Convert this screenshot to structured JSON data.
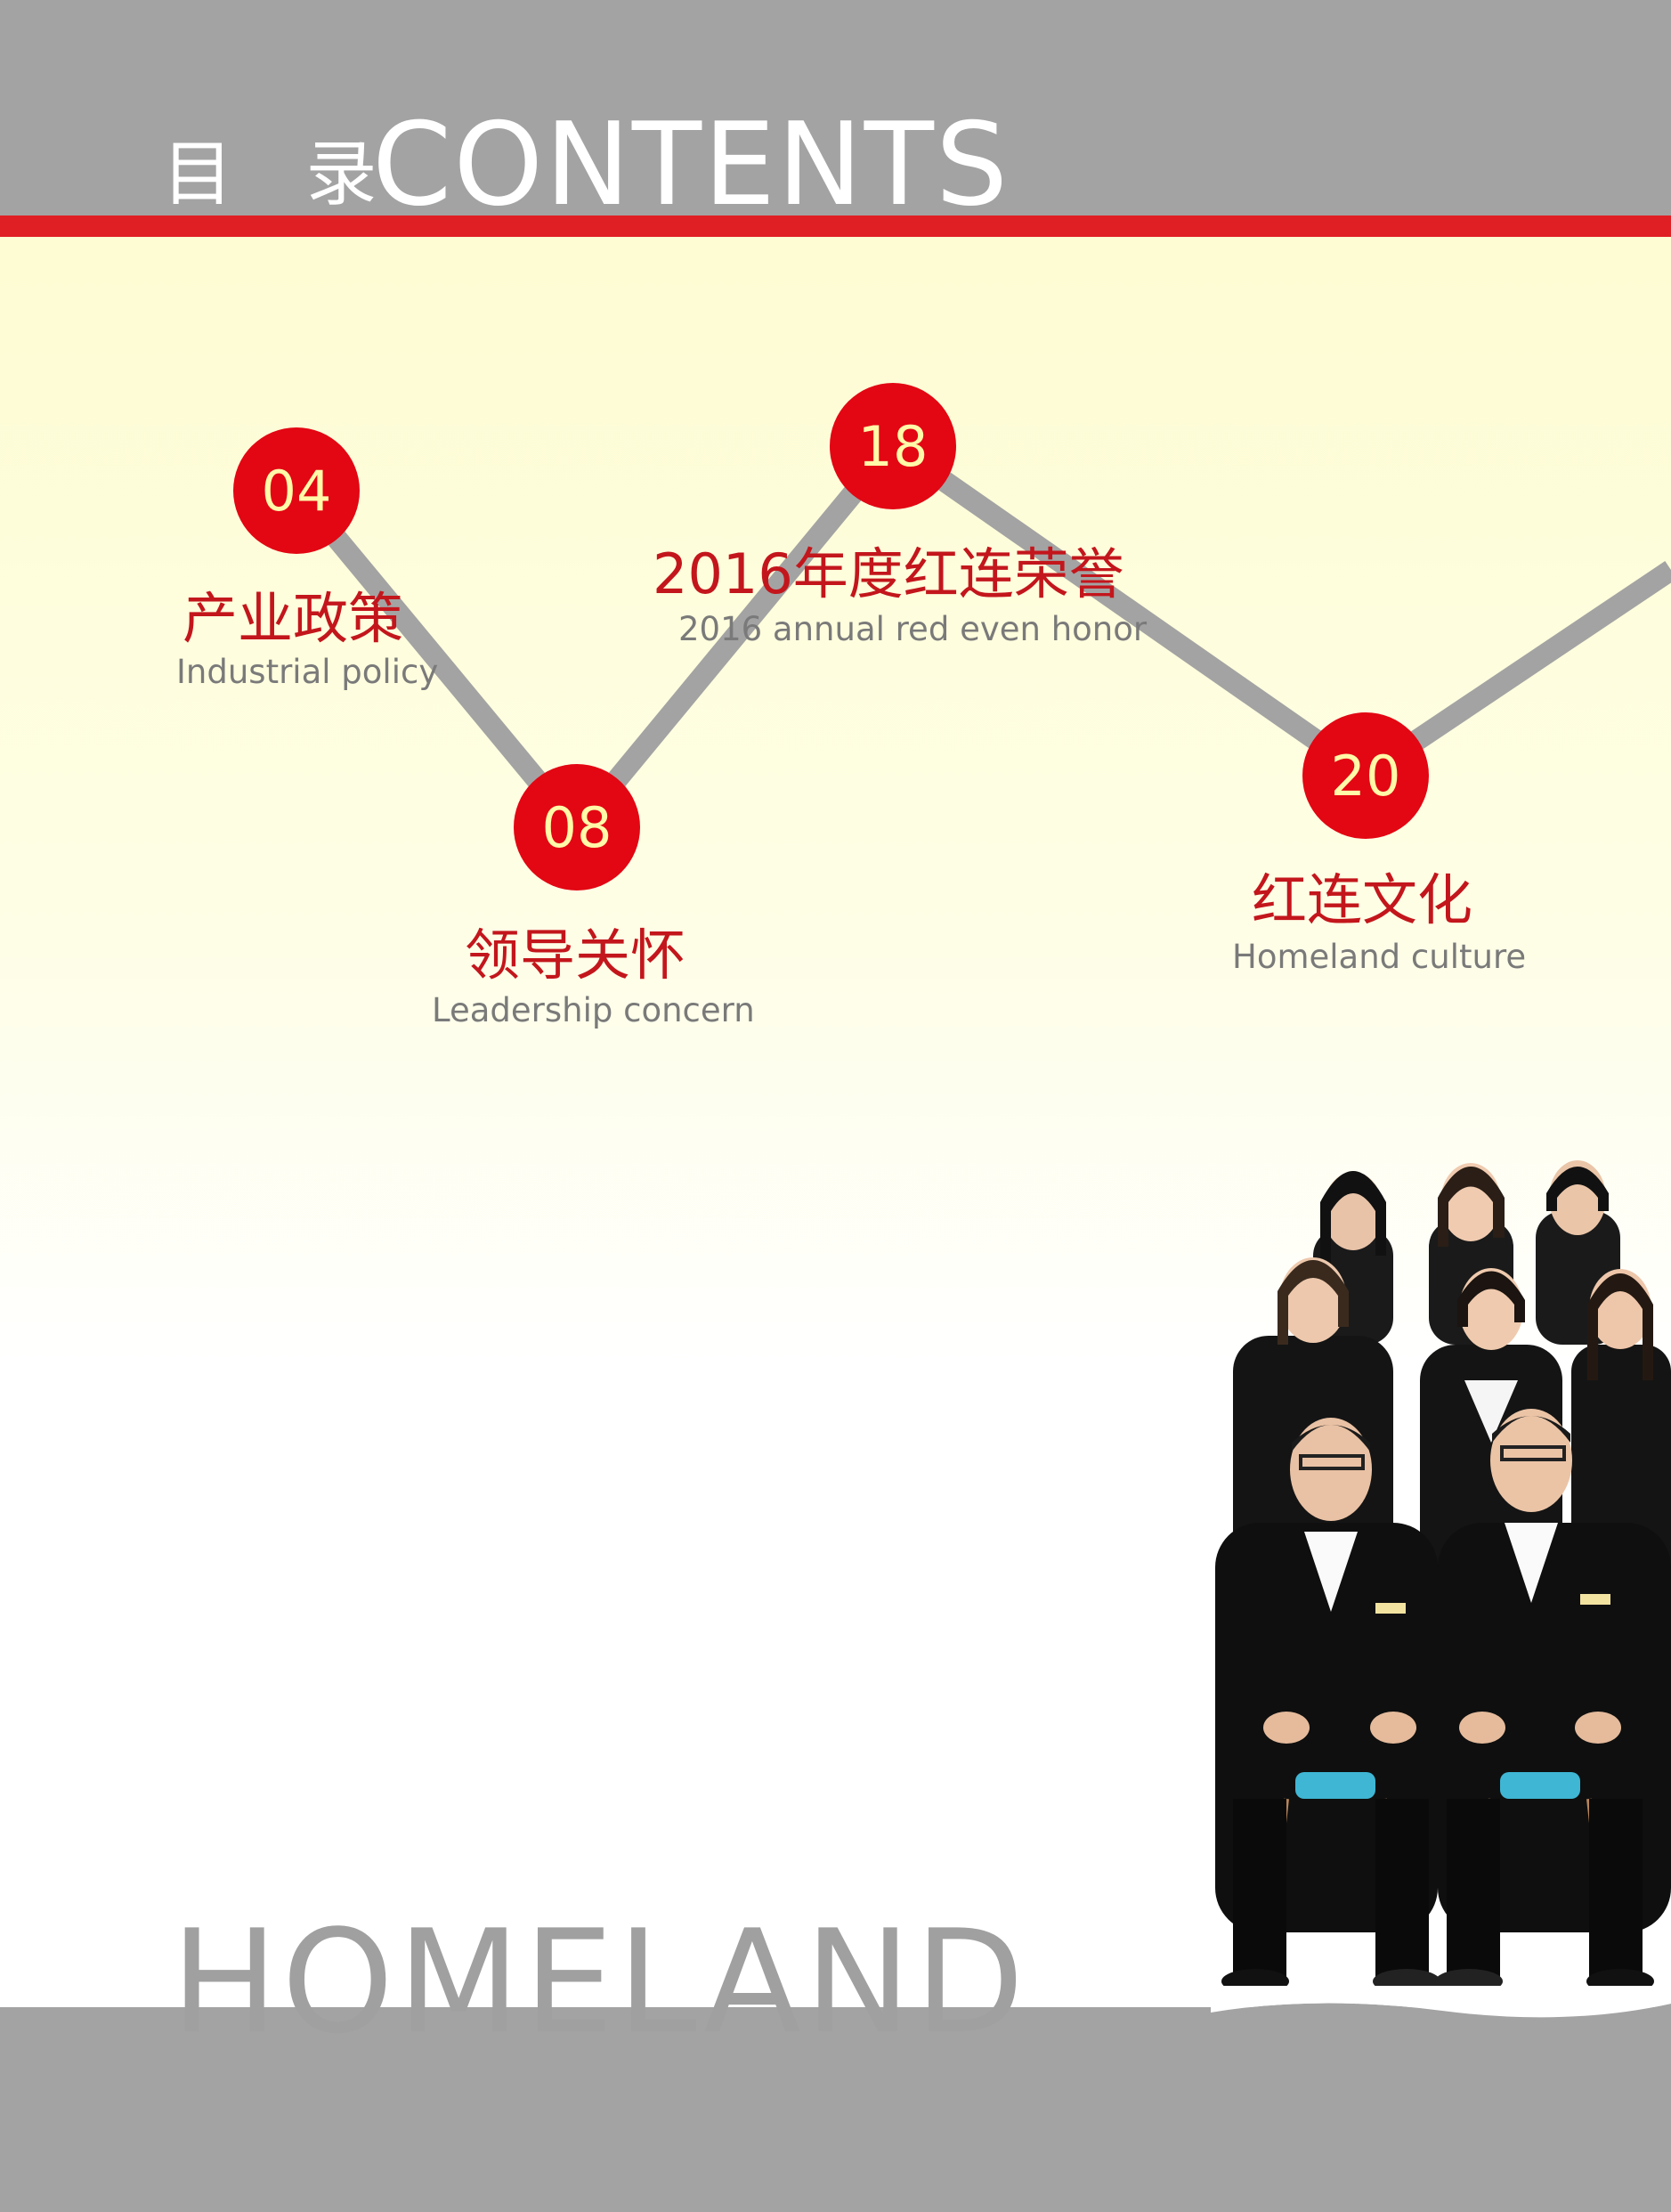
{
  "header": {
    "title_zh": "目 录",
    "title_en": "CONTENTS"
  },
  "colors": {
    "accent_red": "#e01f24",
    "node_red": "#e30613",
    "band_gray": "#a3a3a3",
    "cream": "#fdfcd2"
  },
  "contents": [
    {
      "page": "04",
      "title_zh": "产业政策",
      "title_en": "Industrial policy"
    },
    {
      "page": "08",
      "title_zh": "领导关怀",
      "title_en": "Leadership concern"
    },
    {
      "page": "18",
      "title_zh": "2016年度红连荣誉",
      "title_en": "2016 annual red even honor"
    },
    {
      "page": "20",
      "title_zh": "红连文化",
      "title_en": "Homeland culture"
    }
  ],
  "footer": {
    "brand": "HOMELAND"
  }
}
